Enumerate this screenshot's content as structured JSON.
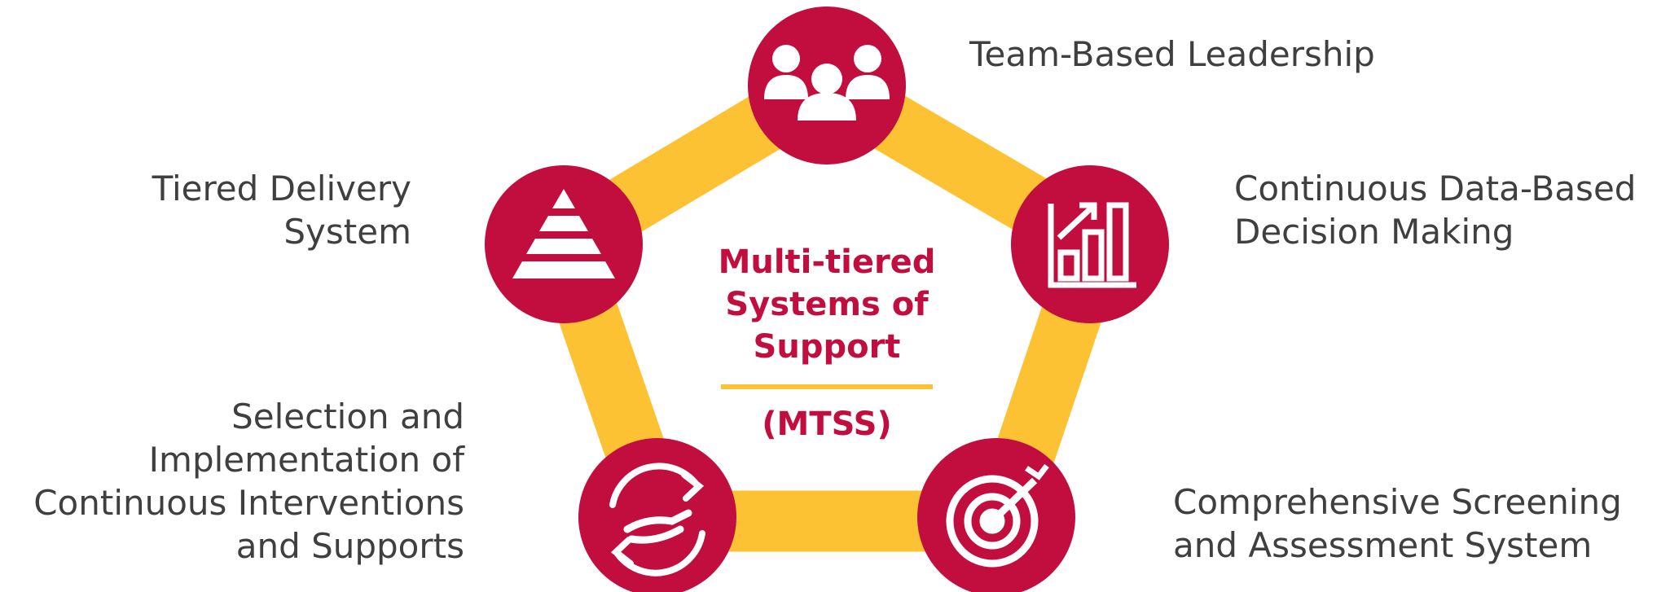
{
  "colors": {
    "ring": "#FDC233",
    "node": "#C20E3E",
    "icon": "#FFFFFF",
    "label_text": "#3F3F3F",
    "center_text": "#C20E3E"
  },
  "center": {
    "title": "Multi-tiered\nSystems of\nSupport",
    "acronym": "(MTSS)"
  },
  "components": [
    {
      "label": "Team-Based Leadership",
      "icon": "team-icon"
    },
    {
      "label": "Continuous Data-Based\nDecision Making",
      "icon": "bar-chart-icon"
    },
    {
      "label": "Comprehensive Screening\nand Assessment System",
      "icon": "target-icon"
    },
    {
      "label": "Selection and\nImplementation of\nContinuous Interventions\nand Supports",
      "icon": "hand-cycle-icon"
    },
    {
      "label": "Tiered Delivery\nSystem",
      "icon": "pyramid-icon"
    }
  ]
}
